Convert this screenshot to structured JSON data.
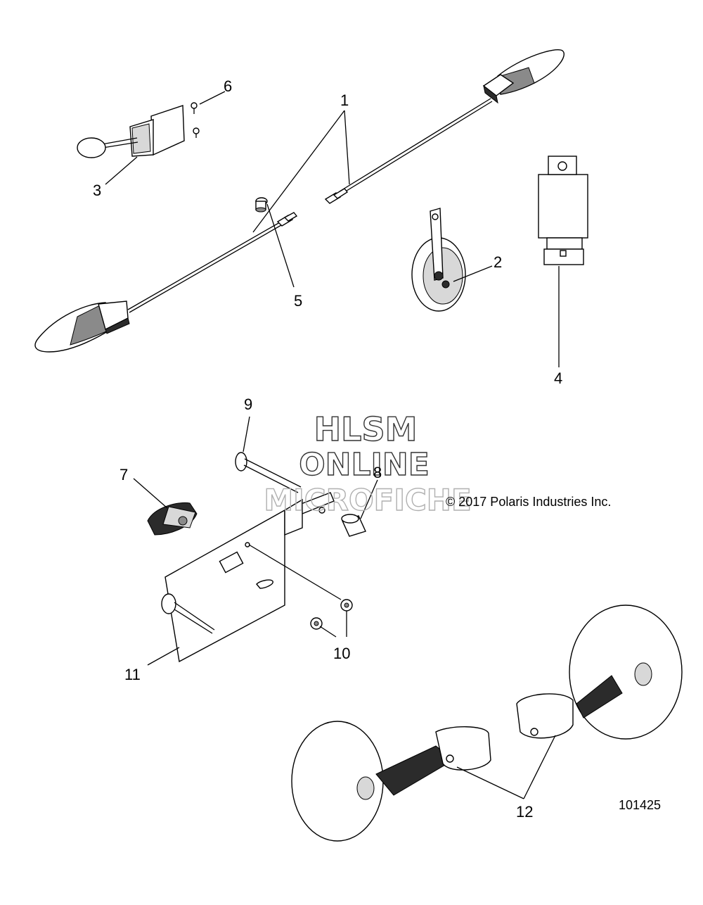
{
  "callouts": {
    "n1": "1",
    "n2": "2",
    "n3": "3",
    "n4": "4",
    "n5": "5",
    "n6": "6",
    "n7": "7",
    "n8": "8",
    "n9": "9",
    "n10": "10",
    "n11": "11",
    "n12": "12"
  },
  "watermark": {
    "line1": "HLSM",
    "line2": "ONLINE",
    "line3": "MICROFICHE"
  },
  "copyright": "© 2017 Polaris Industries Inc.",
  "figure_number": "101425"
}
